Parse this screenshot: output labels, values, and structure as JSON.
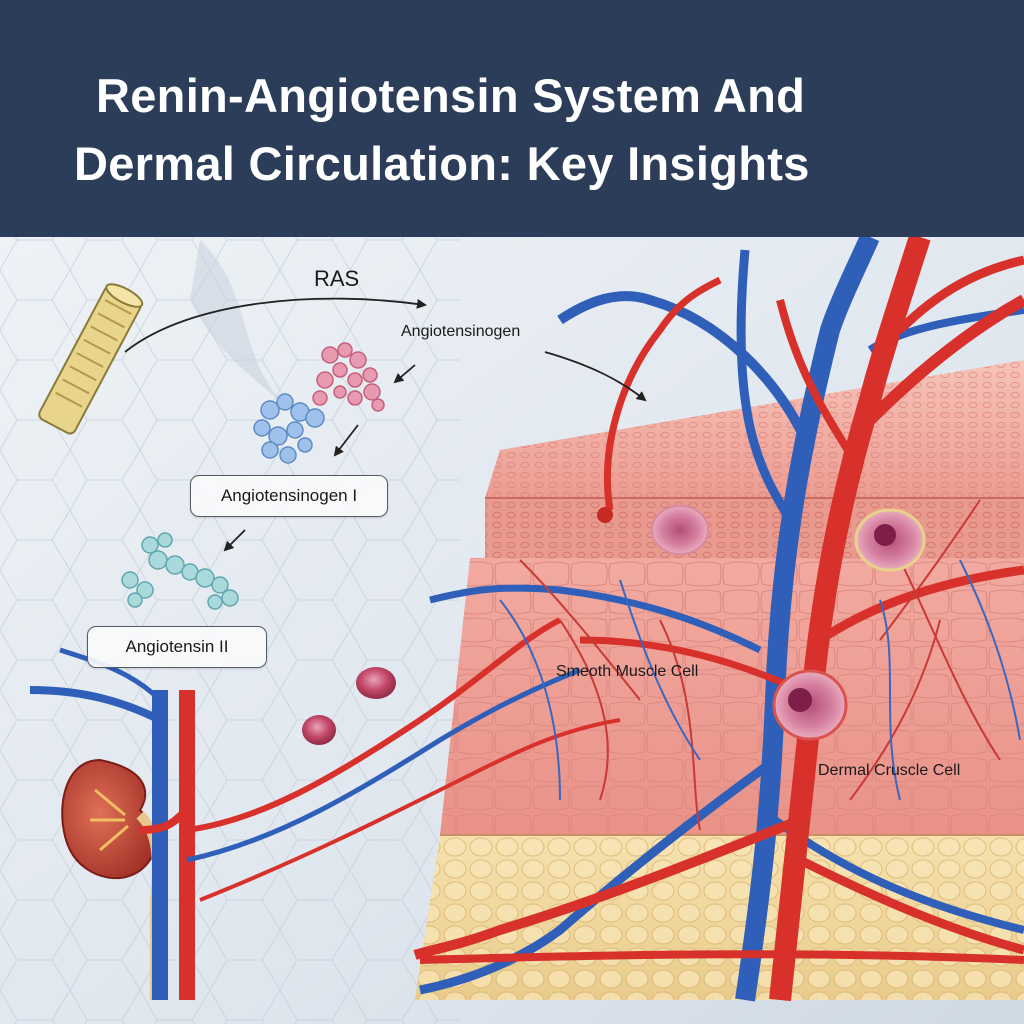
{
  "title": {
    "line1": "Renin-Angiotensin System And",
    "line2": "Dermal Circulation: Key Insights"
  },
  "labels": {
    "ras": "RAS",
    "angiotensinogen": "Angiotensinogen",
    "angiotensinogen_i": "Angiotensinogen I",
    "angiotensin_ii": "Angiotensin II",
    "smooth_muscle_cell": "Smeoth Muscle Cell",
    "dermal_cell": "Dermal Cruscle Cell"
  },
  "colors": {
    "header_bg": "#2b3d58",
    "title_text": "#ffffff",
    "artery_red": "#d8312c",
    "vein_blue": "#2f5fb8",
    "skin_pink": "#f0a9a1",
    "fat_yellow": "#f1d9a2",
    "molecule_pink": "#e58aa5",
    "molecule_blue": "#8bb6e6",
    "molecule_teal": "#9fd3d6"
  },
  "icons": [
    "vessel-tube-icon",
    "molecule-pink-icon",
    "molecule-blue-icon",
    "molecule-teal-icon",
    "kidney-icon",
    "red-blood-cell-icon"
  ]
}
